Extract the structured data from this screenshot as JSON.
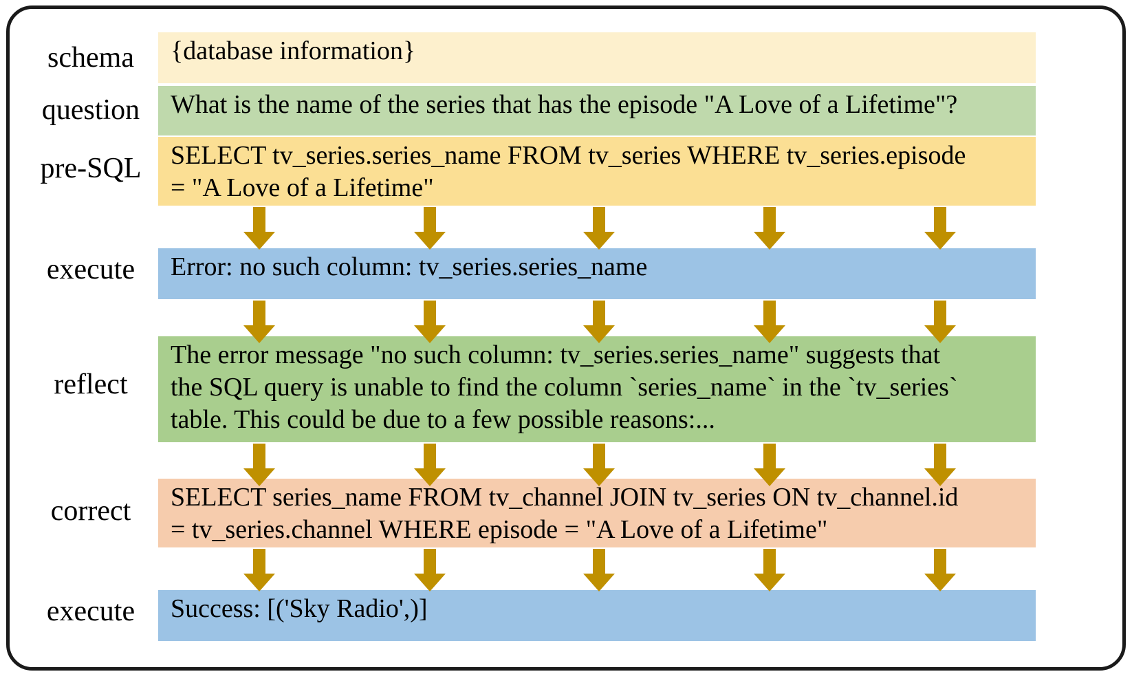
{
  "diagram": {
    "title": "SQL self-correction pipeline",
    "card_border_color": "#1a1a1a",
    "arrow_color": "#BF9000",
    "arrow_icon_name": "down-arrow-icon",
    "arrow_count_per_band": 5
  },
  "rows": [
    {
      "label": "schema",
      "bg": "#FDF0CD",
      "lines": [
        "{database information}"
      ]
    },
    {
      "label": "question",
      "bg": "#BFD9AC",
      "lines": [
        "What is the name of the series that has the episode \"A Love of a Lifetime\"?"
      ]
    },
    {
      "label": "pre-SQL",
      "bg": "#FBDF94",
      "lines": [
        "SELECT tv_series.series_name FROM tv_series WHERE tv_series.episode",
        "= \"A Love of a Lifetime\""
      ]
    },
    {
      "label": "execute",
      "bg": "#9CC3E5",
      "lines": [
        "Error: no such column: tv_series.series_name"
      ]
    },
    {
      "label": "reflect",
      "bg": "#A9CE8E",
      "lines": [
        "The error message \"no such column: tv_series.series_name\" suggests that",
        "the SQL query is unable to find the column `series_name` in the `tv_series`",
        "table. This could be due to a few possible reasons:..."
      ]
    },
    {
      "label": "correct",
      "bg": "#F6CCAD",
      "lines": [
        "SELECT series_name FROM tv_channel JOIN tv_series ON tv_channel.id",
        "= tv_series.channel WHERE episode = \"A Love of a Lifetime\""
      ]
    },
    {
      "label": "execute",
      "bg": "#9CC3E5",
      "lines": [
        "Success: [('Sky Radio',)]"
      ]
    }
  ]
}
